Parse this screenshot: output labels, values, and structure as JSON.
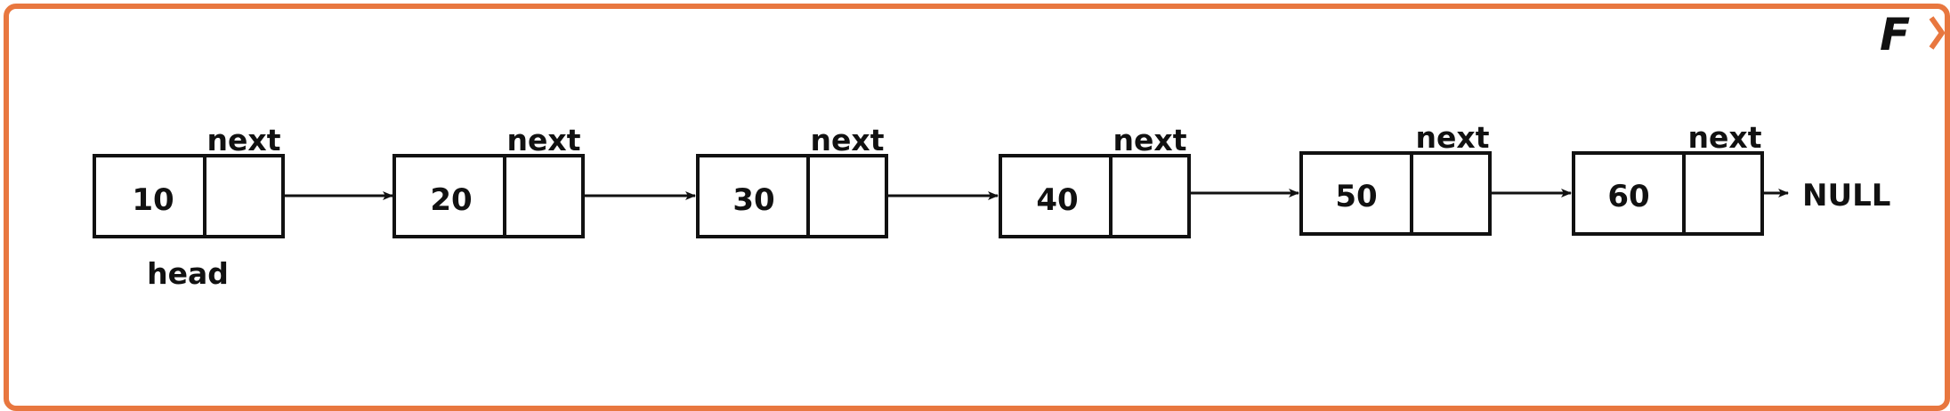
{
  "diagram": {
    "nodes": [
      {
        "value": "10",
        "pointer_label": "next"
      },
      {
        "value": "20",
        "pointer_label": "next"
      },
      {
        "value": "30",
        "pointer_label": "next"
      },
      {
        "value": "40",
        "pointer_label": "next"
      },
      {
        "value": "50",
        "pointer_label": "next"
      },
      {
        "value": "60",
        "pointer_label": "next"
      }
    ],
    "head_label": "head",
    "terminator": "NULL"
  },
  "logo": {
    "letter": "F"
  },
  "colors": {
    "border": "#e8773f",
    "stroke": "#111111",
    "accent": "#e8773f"
  }
}
